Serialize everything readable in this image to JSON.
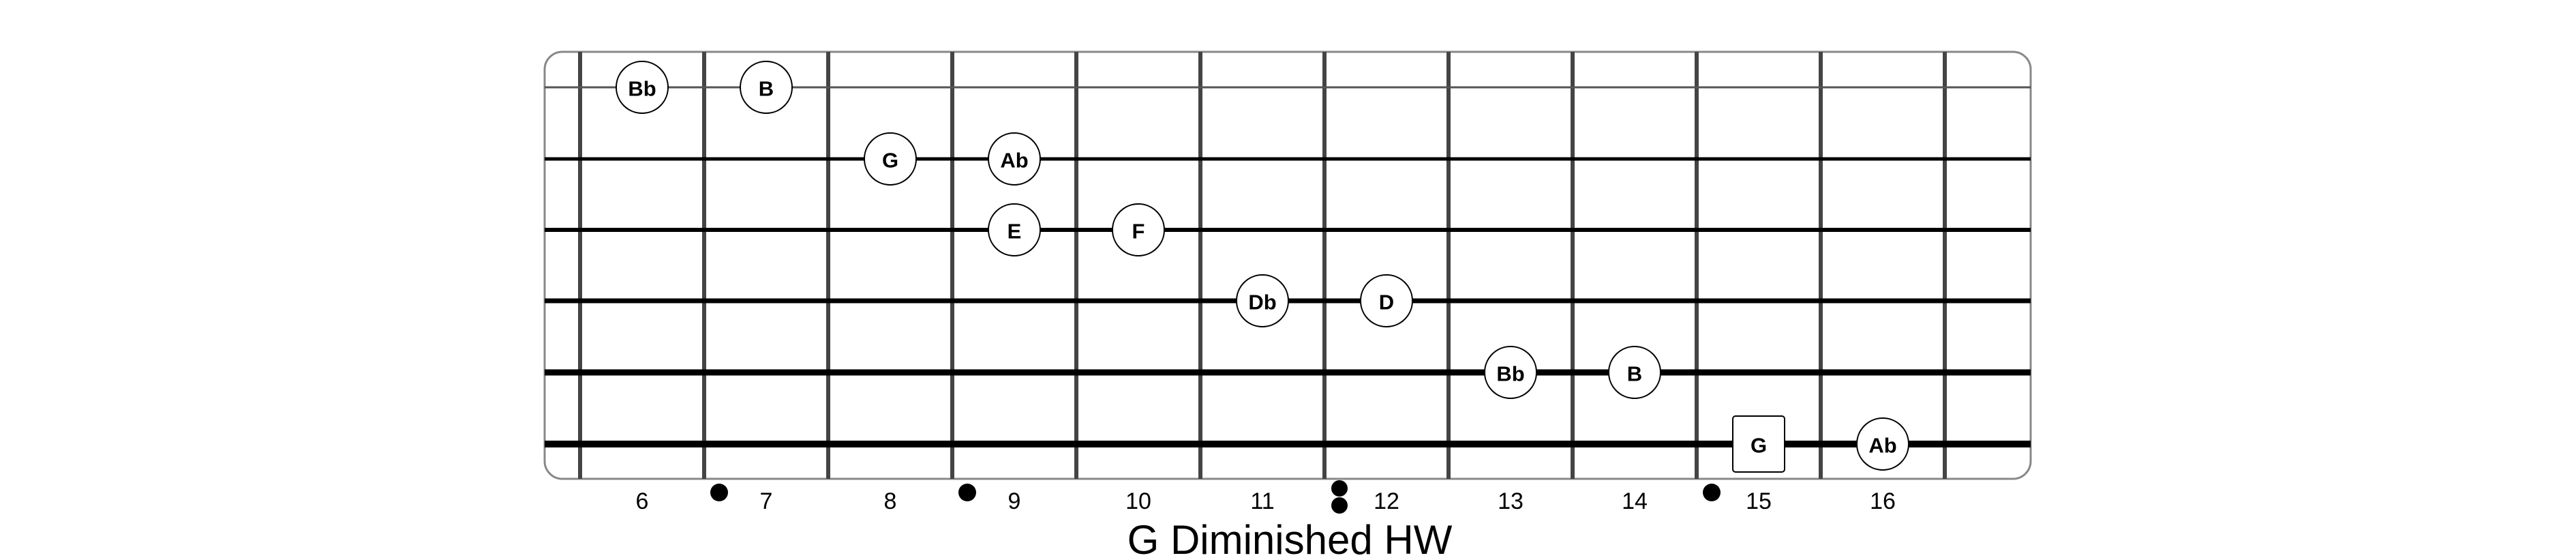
{
  "title": "G Diminished HW",
  "fretboard": {
    "first_fret": 6,
    "last_fret": 16,
    "fret_numbers": [
      "6",
      "7",
      "8",
      "9",
      "10",
      "11",
      "12",
      "13",
      "14",
      "15",
      "16"
    ],
    "strings": 6,
    "inlay_frets": [
      7,
      9,
      12,
      15
    ],
    "double_inlay_frets": [
      12
    ],
    "notes": [
      {
        "string": 1,
        "fret": 6,
        "label": "Bb",
        "root": false
      },
      {
        "string": 1,
        "fret": 7,
        "label": "B",
        "root": false
      },
      {
        "string": 2,
        "fret": 8,
        "label": "G",
        "root": false
      },
      {
        "string": 2,
        "fret": 9,
        "label": "Ab",
        "root": false
      },
      {
        "string": 3,
        "fret": 9,
        "label": "E",
        "root": false
      },
      {
        "string": 3,
        "fret": 10,
        "label": "F",
        "root": false
      },
      {
        "string": 4,
        "fret": 11,
        "label": "Db",
        "root": false
      },
      {
        "string": 4,
        "fret": 12,
        "label": "D",
        "root": false
      },
      {
        "string": 5,
        "fret": 13,
        "label": "Bb",
        "root": false
      },
      {
        "string": 5,
        "fret": 14,
        "label": "B",
        "root": false
      },
      {
        "string": 6,
        "fret": 15,
        "label": "G",
        "root": true
      },
      {
        "string": 6,
        "fret": 16,
        "label": "Ab",
        "root": false
      }
    ]
  },
  "colors": {
    "string": "#000000",
    "fret": "#444444",
    "border": "#888888",
    "note_fill": "#ffffff"
  }
}
